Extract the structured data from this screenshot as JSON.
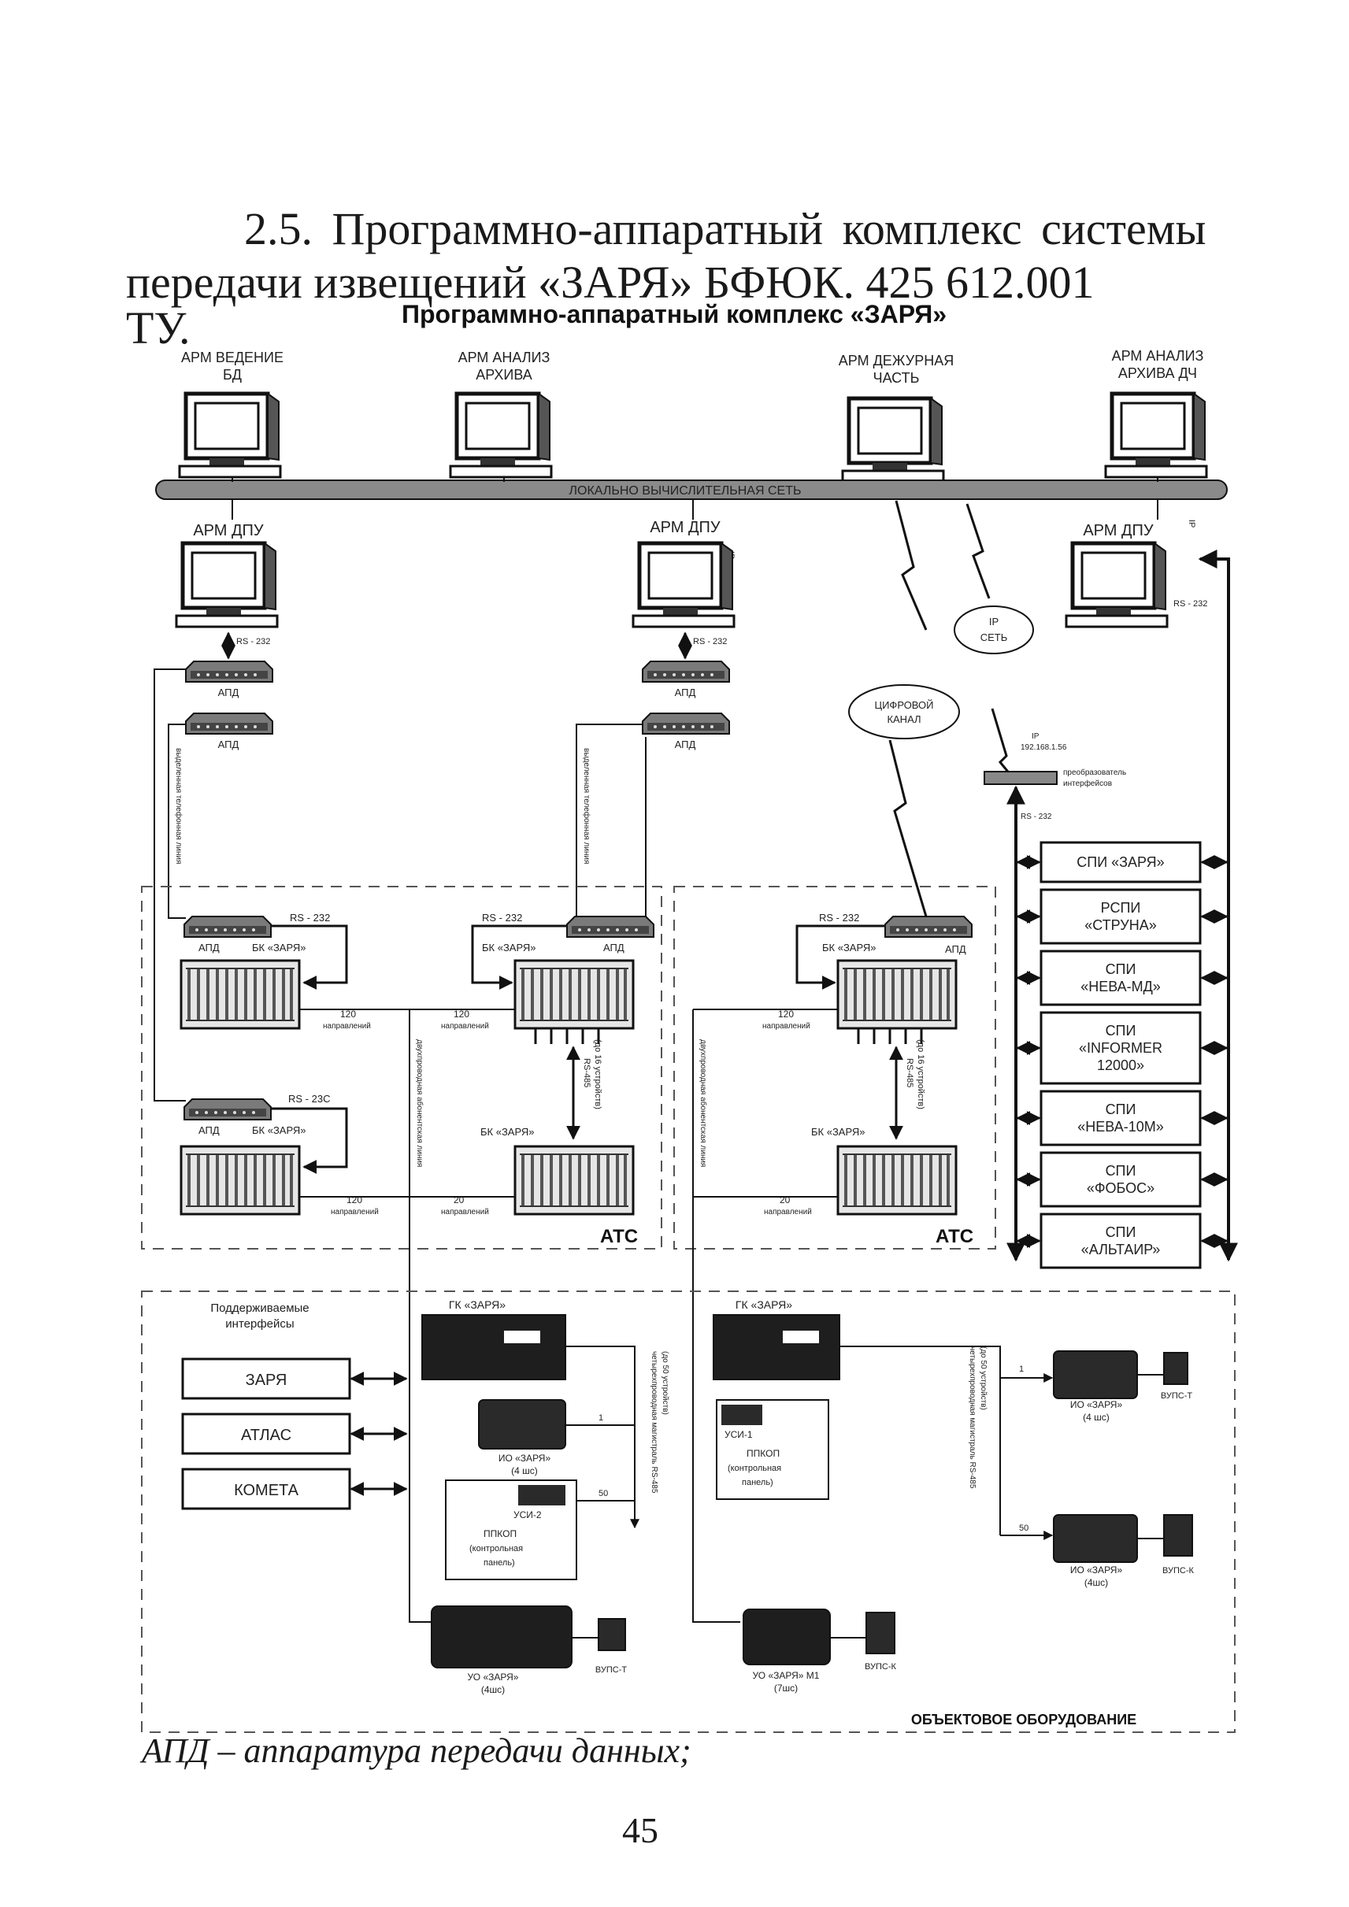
{
  "heading": {
    "line1": "2.5. Программно-аппаратный комплекс системы",
    "line2": "передачи извещений «ЗАРЯ» БФЮК. 425 612.001 ТУ."
  },
  "diagram": {
    "title": "Программно-аппаратный комплекс «ЗАРЯ»",
    "top_arms": [
      {
        "l1": "АРМ ВЕДЕНИЕ",
        "l2": "БД"
      },
      {
        "l1": "АРМ АНАЛИЗ",
        "l2": "АРХИВА"
      },
      {
        "l1": "АРМ ДЕЖУРНАЯ",
        "l2": "ЧАСТЬ"
      },
      {
        "l1": "АРМ АНАЛИЗ",
        "l2": "АРХИВА ДЧ"
      }
    ],
    "lan_label": "ЛОКАЛЬНО ВЫЧИСЛИТЕЛЬНАЯ СЕТЬ",
    "dpu_label": "АРМ ДПУ",
    "ip_tag": "IP",
    "rs232": "RS - 232",
    "rs23c": "RS - 23С",
    "rs485": "RS-485",
    "rs485_note": "(до 16 устройств)",
    "apd": "АПД",
    "bk": "БК «ЗАРЯ»",
    "dir120": "120",
    "dir20": "20",
    "directions": "направлений",
    "atc": "АТС",
    "phone_line": "выделенная телефонная линия",
    "two_wire": "двухпроводная абонентская линия",
    "digital_channel": {
      "l1": "ЦИФРОВОЙ",
      "l2": "КАНАЛ"
    },
    "ip_network": {
      "l1": "IP",
      "l2": "СЕТЬ"
    },
    "converter": {
      "ip": "IP",
      "addr": "192.168.1.56",
      "l1": "преобразователь",
      "l2": "интерфейсов"
    },
    "spi_list": [
      {
        "lines": [
          "СПИ «ЗАРЯ»"
        ]
      },
      {
        "lines": [
          "РСПИ",
          "«СТРУНА»"
        ]
      },
      {
        "lines": [
          "СПИ",
          "«НЕВА-МД»"
        ]
      },
      {
        "lines": [
          "СПИ",
          "«INFORMER",
          "12000»"
        ]
      },
      {
        "lines": [
          "СПИ",
          "«НЕВА-10М»"
        ]
      },
      {
        "lines": [
          "СПИ",
          "«ФОБОС»"
        ]
      },
      {
        "lines": [
          "СПИ",
          "«АЛЬТАИР»"
        ]
      }
    ],
    "supported": {
      "l1": "Поддерживаемые",
      "l2": "интерфейсы"
    },
    "interfaces": [
      "ЗАРЯ",
      "АТЛАС",
      "КОМЕТА"
    ],
    "gk": "ГК «ЗАРЯ»",
    "io": "ИО «ЗАРЯ»",
    "io_4sh": "(4 шс)",
    "io_4sh2": "(4шс)",
    "usi1": "УСИ-1",
    "usi2": "УСИ-2",
    "ppkop": {
      "l1": "ППКОП",
      "l2": "(контрольная",
      "l3": "панель)"
    },
    "uo": "УО «ЗАРЯ»",
    "uo_4": "(4шс)",
    "uo_m1": "УО «ЗАРЯ» М1",
    "uo_7": "(7шс)",
    "vups_t": "ВУПС-Т",
    "vups_k": "ВУПС-К",
    "four_wire": "четырехпроводная магистраль RS-485",
    "four_wire_note": "(до 50 устройств)",
    "n1": "1",
    "n50": "50",
    "object_equipment": "ОБЪЕКТОВОЕ ОБОРУДОВАНИЕ"
  },
  "footnote": "АПД – аппаратура передачи данных;",
  "page_number": "45"
}
